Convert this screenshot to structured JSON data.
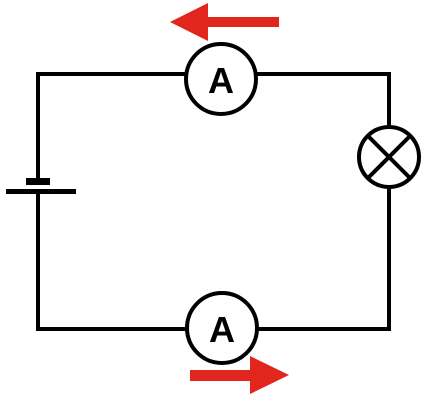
{
  "circuit": {
    "ammeter_top": {
      "symbol": "A"
    },
    "ammeter_bottom": {
      "symbol": "A"
    },
    "lamp": {
      "symbol": "cross-circle"
    },
    "battery": {
      "symbol": "cell"
    },
    "current_arrows": {
      "top_direction": "left",
      "bottom_direction": "right"
    }
  },
  "colors": {
    "wire": "#000000",
    "arrow": "#e0261d",
    "background": "#ffffff"
  }
}
